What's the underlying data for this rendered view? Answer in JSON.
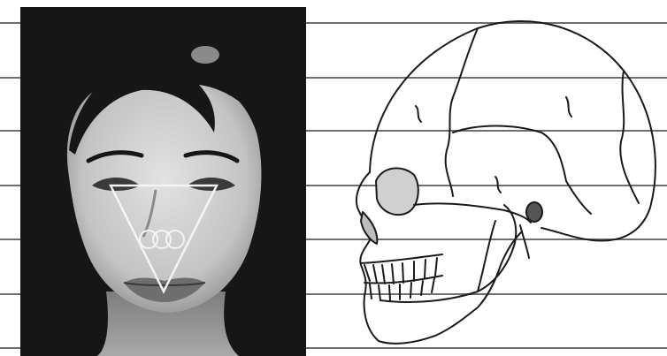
{
  "figure": {
    "panels": [
      {
        "id": "face-photo",
        "kind": "grayscale photograph, front view"
      },
      {
        "id": "skull-drawing",
        "kind": "line drawing, lateral view"
      }
    ],
    "horizontal_guide_lines": 7,
    "overlay_shape": "inverted-triangle",
    "colors": {
      "background": "#ffffff",
      "guide_line": "#6f6f6f",
      "hair": "#161616",
      "skin_light": "#d9d9d9",
      "skin_shadow": "#8a8a8a",
      "ink": "#1a1a1a",
      "overlay": "#f4f4f4"
    }
  }
}
